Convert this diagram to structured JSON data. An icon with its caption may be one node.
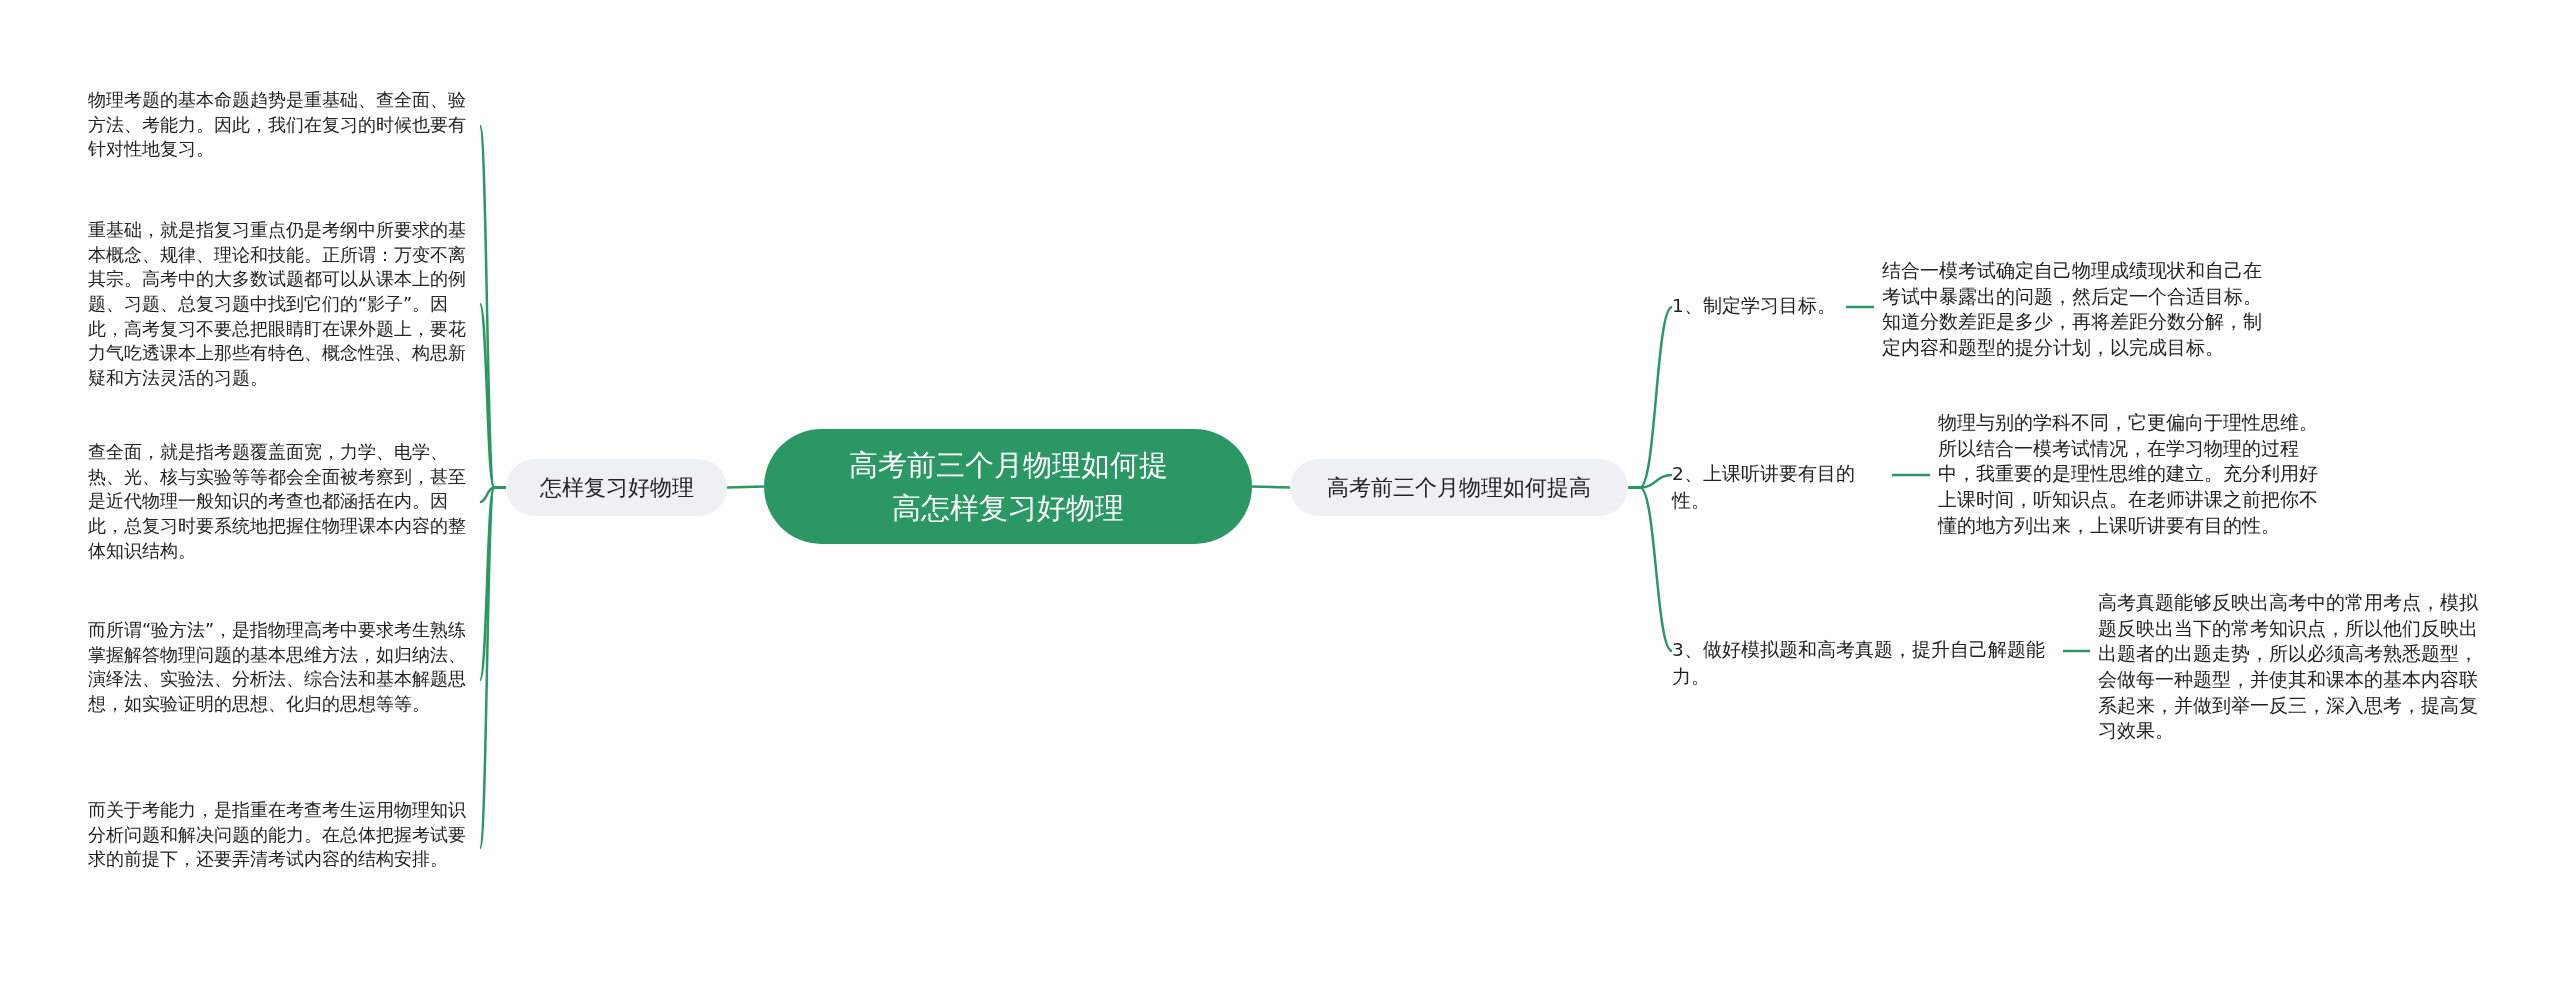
{
  "diagram": {
    "nodes": [
      {
        "text": [
          "高考前三个月物理如何提高怎样复习好物理"
        ]
      },
      {
        "text": [
          "怎样复习好物理"
        ]
      },
      {
        "text": [
          "物理考题的基本命题趋势是重基础、查全面、验方法、考能力。因此，我们在复习的时候也要有针对性地复习。"
        ]
      },
      {
        "text": [
          "重基础，就是指复习重点仍是考纲中所要求的基本概念、规律、理论和技能。正所谓：万变不离其宗。高考中的大多数试题都可以从课本上的例题、习题、总复习题中找到它们的“影子”。因此，高考复习不要总把眼睛盯在课外题上，要花力气吃透课本上那些有特色、概念性强、构思新疑和方法灵活的习题。"
        ]
      },
      {
        "text": [
          "查全面，就是指考题覆盖面宽，力学、电学、热、光、核与实验等等都会全面被考察到，甚至是近代物理一般知识的考查也都涵括在内。因此，总复习时要系统地把握住物理课本内容的整体知识结构。"
        ]
      },
      {
        "text": [
          "而所谓“验方法”，是指物理高考中要求考生熟练掌握解答物理问题的基本思维方法，如归纳法、演绎法、实验法、分析法、综合法和基本解题思想，如实验证明的思想、化归的思想等等。"
        ]
      },
      {
        "text": [
          "而关于考能力，是指重在考查考生运用物理知识分析问题和解决问题的能力。在总体把握考试要求的前提下，还要弄清考试内容的结构安排。"
        ]
      },
      {
        "text": [
          "高考前三个月物理如何提高"
        ]
      },
      {
        "text": [
          "1、制定学习目标。"
        ]
      },
      {
        "text": [
          "结合一模考试确定自己物理成绩现状和自己在考试中暴露出的问题，然后定一个合适目标。知道分数差距是多少，再将差距分数分解，制定内容和题型的提分计划，以完成目标。"
        ]
      },
      {
        "text": [
          "2、上课听讲要有目的性。"
        ]
      },
      {
        "text": [
          "物理与别的学科不同，它更偏向于理性思维。所以结合一模考试情况，在学习物理的过程中，我重要的是理性思维的建立。充分利用好上课时间，听知识点。在老师讲课之前把你不懂的地方列出来，上课听讲要有目的性。"
        ]
      },
      {
        "text": [
          "3、做好模拟题和高考真题，提升自己解题能力。"
        ]
      },
      {
        "text": [
          "高考真题能够反映出高考中的常用考点，模拟题反映出当下的常考知识点，所以他们反映出出题者的出题走势，所以必须高考熟悉题型，会做每一种题型，并使其和课本的基本内容联系起来，并做到举一反三，深入思考，提高复习效果。"
        ]
      }
    ],
    "edges": [
      {
        "from": 0,
        "to": 1,
        "arrow": "none"
      },
      {
        "from": 1,
        "to": 2,
        "arrow": "none"
      },
      {
        "from": 1,
        "to": 3,
        "arrow": "none"
      },
      {
        "from": 1,
        "to": 4,
        "arrow": "none"
      },
      {
        "from": 1,
        "to": 5,
        "arrow": "none"
      },
      {
        "from": 1,
        "to": 6,
        "arrow": "none"
      },
      {
        "from": 0,
        "to": 7,
        "arrow": "none"
      },
      {
        "from": 7,
        "to": 8,
        "arrow": "none"
      },
      {
        "from": 7,
        "to": 10,
        "arrow": "none"
      },
      {
        "from": 7,
        "to": 12,
        "arrow": "none"
      },
      {
        "from": 8,
        "to": 9,
        "arrow": "none"
      },
      {
        "from": 10,
        "to": 11,
        "arrow": "none"
      },
      {
        "from": 12,
        "to": 13,
        "arrow": "none"
      }
    ]
  }
}
